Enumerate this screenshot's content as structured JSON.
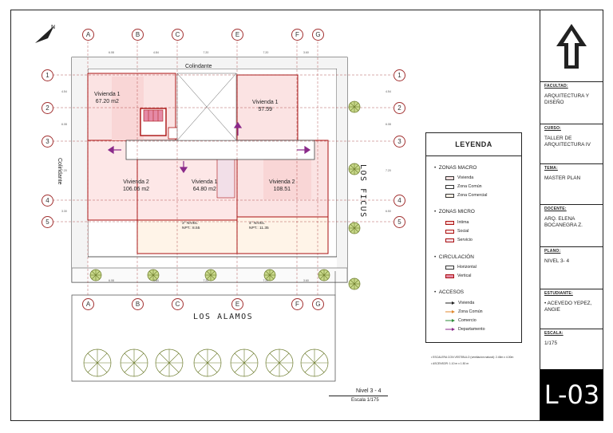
{
  "title_block": {
    "facultad_label": "FACULTAD:",
    "facultad_value": "ARQUITECTURA Y DISEÑO",
    "curso_label": "CURSO:",
    "curso_value": "TALLER DE ARQUITECTURA IV",
    "tema_label": "TEMA:",
    "tema_value": "MASTER PLAN",
    "docente_label": "DOCENTE:",
    "docente_value": "ARQ. ELENA BOCANEGRA Z.",
    "plano_label": "PLANO:",
    "plano_value": "NIVEL 3- 4",
    "estudiante_label": "ESTUDIANTE:",
    "estudiante_value": "• ACEVEDO YEPEZ, ANGIE",
    "escala_label": "ESCALA:",
    "escala_value": "1/175",
    "sheet_code": "L-03"
  },
  "legend": {
    "title": "LEYENDA",
    "zonas_macro": "ZONAS MACRO",
    "macro_items": [
      {
        "label": "Vivienda",
        "color": "#fbe3e3"
      },
      {
        "label": "Zona Común",
        "color": "#ffffff"
      },
      {
        "label": "Zona Comercial",
        "color": "#fff4e8"
      }
    ],
    "zonas_micro": "ZONAS MICRO",
    "micro_items": [
      {
        "label": "Intima",
        "color": "#fbd3d3"
      },
      {
        "label": "Social",
        "color": "#fde7e7"
      },
      {
        "label": "Servicio",
        "color": "#f2dfe8"
      }
    ],
    "circulacion": "CIRCULACIÓN",
    "circ_items": [
      {
        "label": "Horizontal",
        "color": "#ffffff"
      },
      {
        "label": "Vertical",
        "color": "#e58aa6"
      }
    ],
    "accesos": "ACCESOS",
    "access_items": [
      {
        "label": "Vivienda",
        "color": "#222222"
      },
      {
        "label": "Zona Común",
        "color": "#e08a30"
      },
      {
        "label": "Comercio",
        "color": "#2e8b3a"
      },
      {
        "label": "Departamento",
        "color": "#8a2a8a"
      }
    ]
  },
  "plan": {
    "colindante_top": "Colindante",
    "colindante_left": "Colindante",
    "street_bottom": "LOS ALAMOS",
    "street_right": "LOS FICUS",
    "grid_cols": [
      "A",
      "B",
      "C",
      "E",
      "F",
      "G"
    ],
    "grid_rows": [
      "1",
      "2",
      "3",
      "4",
      "5"
    ],
    "units": [
      {
        "name": "Vivienda 1",
        "area": "67.20 m2"
      },
      {
        "name": "Vivienda 1",
        "area": "57.59"
      },
      {
        "name": "Vivienda 2",
        "area": "106.06 m2"
      },
      {
        "name": "Vivienda 1",
        "area": "64.80 m2"
      },
      {
        "name": "Vivienda 2",
        "area": "108.51"
      }
    ],
    "level_3": "3° NIVEL",
    "level_3_npt": "NPT.: 8.55",
    "level_4": "4° NIVEL",
    "level_4_npt": "NPT.: 11.35",
    "dims_top": [
      "6.08",
      "4.84",
      "7.20",
      "7.20",
      "3.60"
    ],
    "dims_left": [
      "4.54",
      "6.08",
      "7.20",
      "3.30"
    ],
    "dims_right": [
      "4.54",
      "6.08",
      "7.20",
      "6.50"
    ]
  },
  "notes": [
    "ESCALERA CON VESTIBULO (ventilación natural): 2.45m x 4.00m",
    "ASCENSOR: 1.10 m x 1.50 m"
  ],
  "footer": {
    "title": "Nivel 3 - 4",
    "scale": "Escala 1/175"
  }
}
